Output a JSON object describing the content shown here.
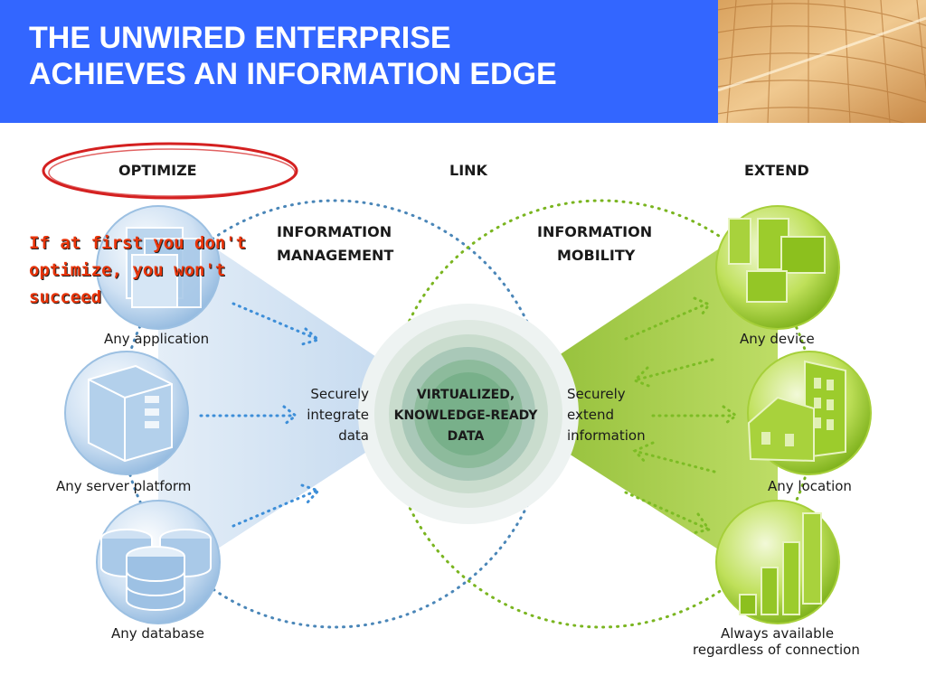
{
  "slide": {
    "title_lines": [
      "THE UNWIRED ENTERPRISE",
      "ACHIEVES AN INFORMATION EDGE"
    ],
    "annotation_lines": [
      "If at first you don't",
      "optimize, you won't",
      "succeed"
    ]
  },
  "diagram": {
    "columns": {
      "optimize": "OPTIMIZE",
      "link": "LINK",
      "extend": "EXTEND"
    },
    "information_management": [
      "INFORMATION",
      "MANAGEMENT"
    ],
    "information_mobility": [
      "INFORMATION",
      "MOBILITY"
    ],
    "center": [
      "VIRTUALIZED,",
      "KNOWLEDGE-READY",
      "DATA"
    ],
    "integrate": [
      "Securely",
      "integrate",
      "data"
    ],
    "extend": [
      "Securely",
      "extend",
      "information"
    ],
    "left_items": [
      "Any application",
      "Any server platform",
      "Any database"
    ],
    "right_items": [
      "Any device",
      "Any location",
      "Always available",
      "regardless of connection"
    ]
  },
  "colors": {
    "header": "#3366ff",
    "annotation": "#e8340a",
    "blue": "#6fa5d8",
    "green": "#8fc31f",
    "highlight_ellipse": "#d42020"
  },
  "icons": [
    "application-icon",
    "server-icon",
    "database-icon",
    "device-icon",
    "building-icon",
    "bar-chart-icon"
  ]
}
